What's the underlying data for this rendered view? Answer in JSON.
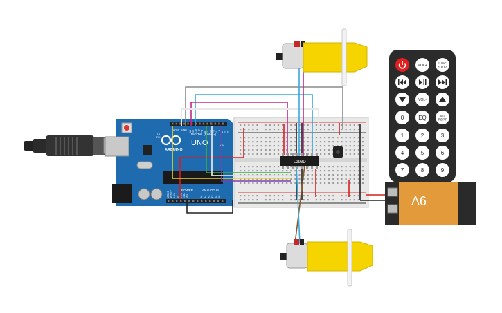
{
  "arduino": {
    "brand": "ARDUINO",
    "model": "UNO",
    "header_label": "DIGITAL (PWM ~)",
    "power_label": "POWER",
    "analog_label": "ANALOG IN",
    "aref_label": "AREF",
    "gnd_label": "GND",
    "tx_label": "TX",
    "rx_label": "RX",
    "on_label": "ON",
    "digital_pins": [
      "13",
      "12",
      "~11",
      "~10",
      "~9",
      "8",
      "7",
      "~6",
      "~5",
      "4",
      "~3",
      "2",
      "1",
      "0"
    ],
    "power_pins": [
      "IOREF",
      "RESET",
      "3.3V",
      "5V",
      "GND",
      "GND",
      "VIN"
    ],
    "analog_pins": [
      "A0",
      "A1",
      "A2",
      "A3",
      "A4",
      "A5"
    ]
  },
  "driver_chip": {
    "label": "L293D"
  },
  "battery": {
    "label": "9V"
  },
  "remote": {
    "buttons": [
      {
        "id": "power",
        "label": ""
      },
      {
        "id": "vol-up",
        "label": "VOL+"
      },
      {
        "id": "func-stop",
        "label": "FUNC/\nSTOP"
      },
      {
        "id": "rewind",
        "label": ""
      },
      {
        "id": "play-pause",
        "label": ""
      },
      {
        "id": "fast-forward",
        "label": ""
      },
      {
        "id": "down",
        "label": ""
      },
      {
        "id": "vol-down",
        "label": "VOL-"
      },
      {
        "id": "up",
        "label": ""
      },
      {
        "id": "digit-0",
        "label": "0"
      },
      {
        "id": "eq",
        "label": "EQ"
      },
      {
        "id": "st-rept",
        "label": "ST/\nREPT"
      },
      {
        "id": "digit-1",
        "label": "1"
      },
      {
        "id": "digit-2",
        "label": "2"
      },
      {
        "id": "digit-3",
        "label": "3"
      },
      {
        "id": "digit-4",
        "label": "4"
      },
      {
        "id": "digit-5",
        "label": "5"
      },
      {
        "id": "digit-6",
        "label": "6"
      },
      {
        "id": "digit-7",
        "label": "7"
      },
      {
        "id": "digit-8",
        "label": "8"
      },
      {
        "id": "digit-9",
        "label": "9"
      }
    ]
  },
  "colors": {
    "board": "#1e6bb0",
    "breadboard": "#e9e9e9",
    "motor": "#f5d400",
    "remote": "#2b2b2b",
    "power_button": "#e02020",
    "battery_orange": "#e39a3a",
    "battery_black": "#2a2a2a",
    "wire_red": "#d81f1f",
    "wire_black": "#222222",
    "wire_magenta": "#c0288e",
    "wire_cyan": "#3aa6dd",
    "wire_gray": "#8a8a8a",
    "wire_yellow": "#e6d22a",
    "wire_green": "#3cae3c",
    "wire_purple": "#7a3fb8",
    "wire_brown": "#8a5a2b"
  }
}
